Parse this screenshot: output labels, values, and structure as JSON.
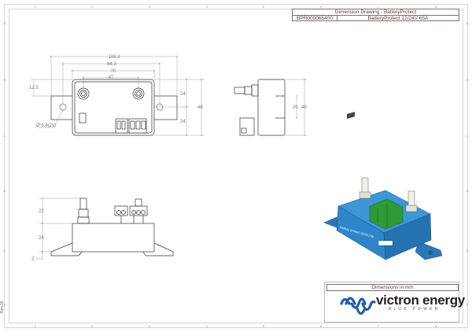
{
  "sheet": {
    "column_labels": [
      "1",
      "2",
      "3",
      "4",
      "5",
      "6",
      "7",
      "8"
    ],
    "row_labels": [
      "A",
      "B",
      "C",
      "D",
      "E",
      "F"
    ],
    "revision": "Rev.00"
  },
  "title_block": {
    "title": "Dimension Drawing - BatteryProtect",
    "part_number": "BPR000065400",
    "description": "BatteryProtect 12/24V-65A"
  },
  "front_view": {
    "dims": {
      "overall_width": "106.3",
      "mount_hole_spacing": "84.3",
      "body_width": "70",
      "stud_spacing": "47",
      "flange_offset": "12.5",
      "upper_half_height": "24",
      "lower_half_height": "24",
      "overall_height": "48",
      "hole_diameter": "Ø 6.4(2x)"
    }
  },
  "side_view": {
    "dims": {
      "slot_height": "20",
      "overall_height": "48"
    }
  },
  "bottom_view": {
    "dims": {
      "stud_height": "22",
      "body_height": "24",
      "flange_thickness": "2"
    }
  },
  "iso_view": {
    "label": "battery protect 12/24 | 65",
    "body_color": "#2e86c8",
    "terminal_color": "#2e9a34"
  },
  "legend": {
    "units_note": "Dimensions in mm",
    "brand_name": "victron energy",
    "brand_tagline": "BLUE POWER",
    "brand_color": "#1f5fae"
  }
}
